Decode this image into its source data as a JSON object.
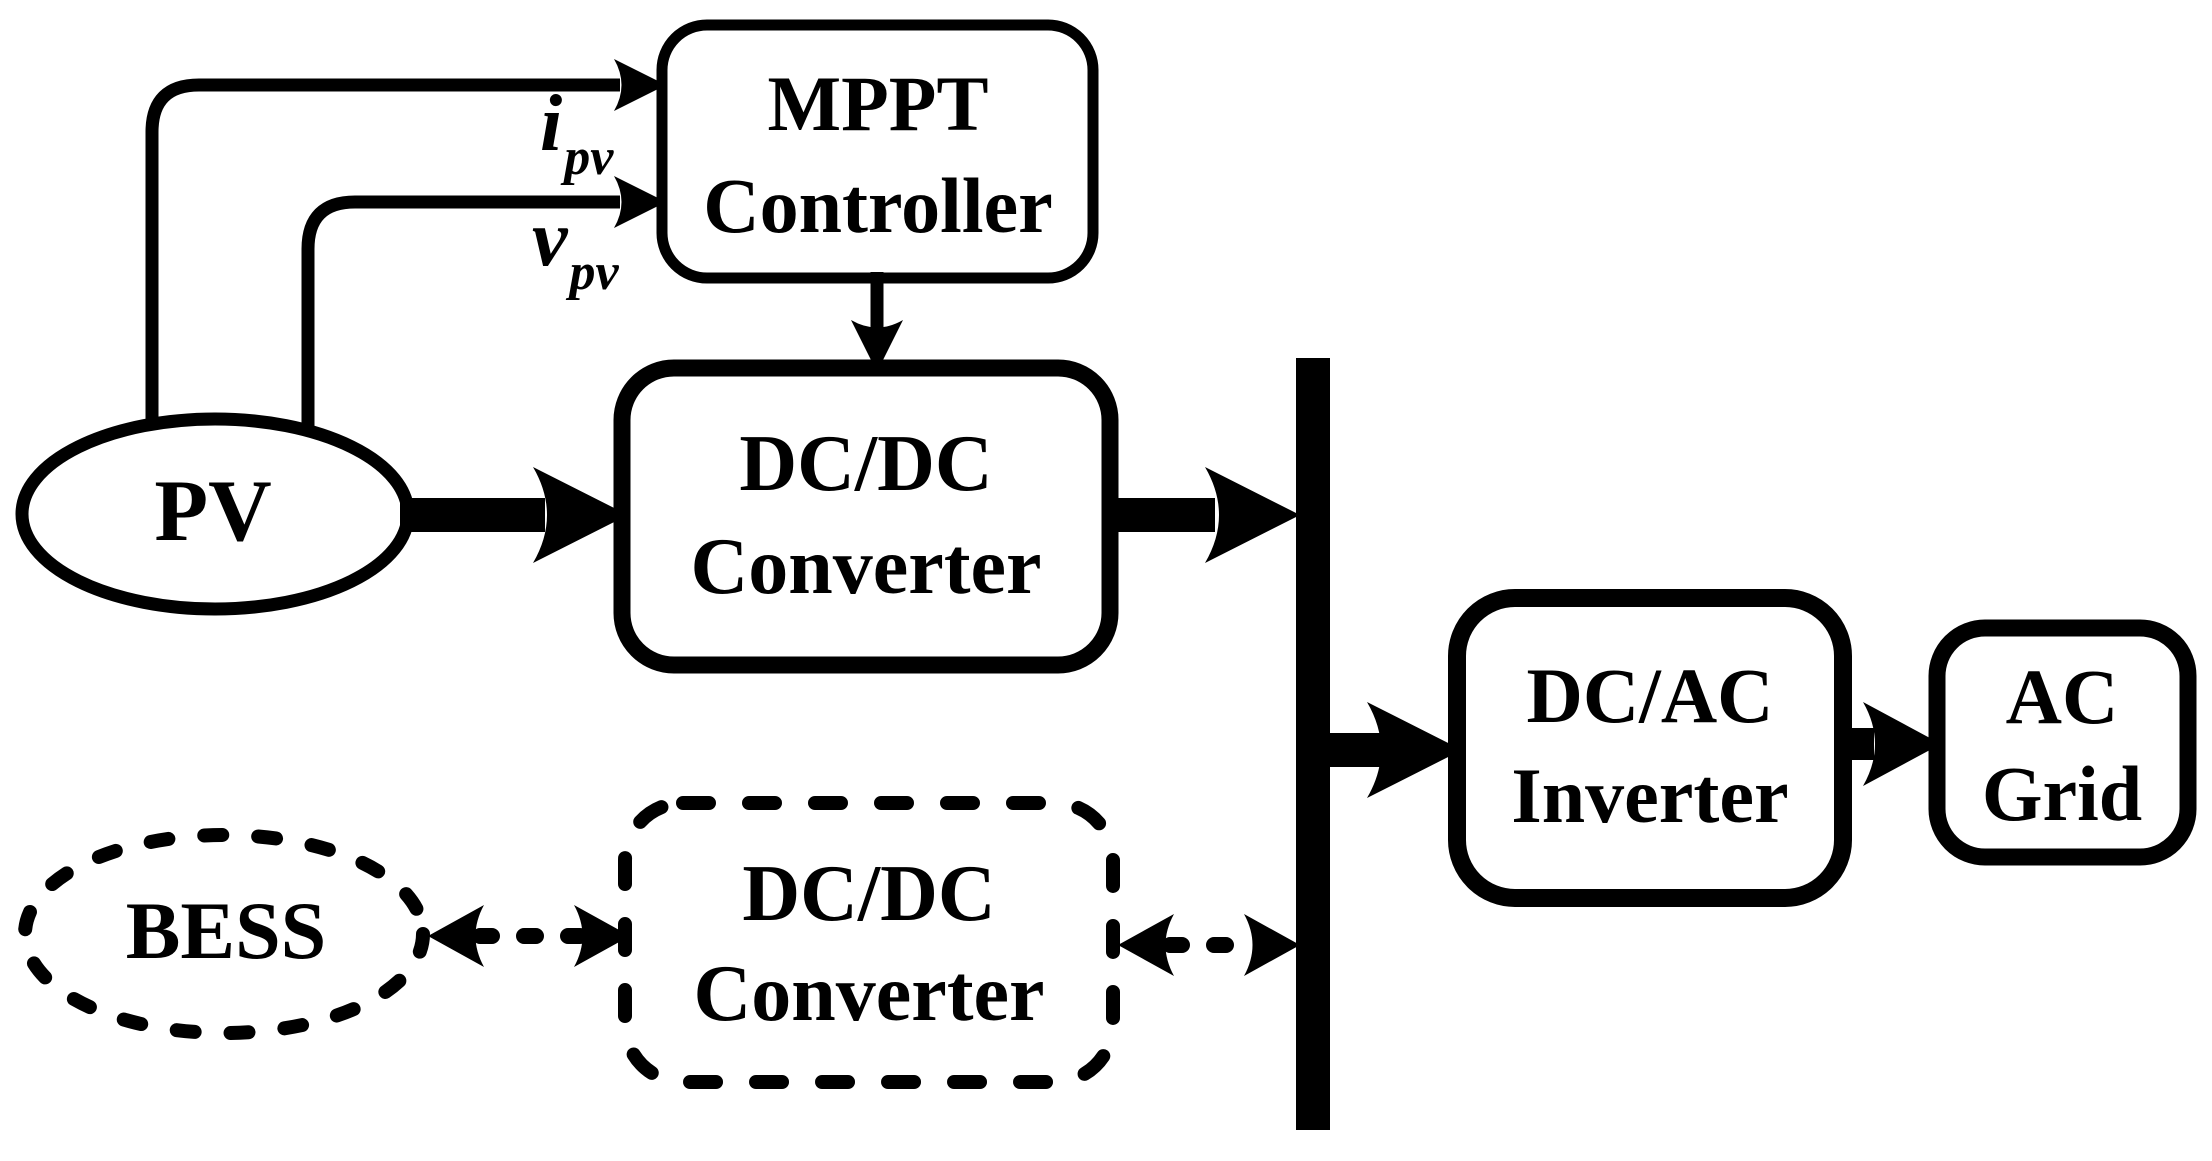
{
  "figure": {
    "background": "#ffffff",
    "ink": "#000000",
    "nodes": {
      "pv": {
        "label": "PV",
        "shape": "ellipse",
        "style": "solid"
      },
      "bess": {
        "label": "BESS",
        "shape": "ellipse",
        "style": "dashed"
      },
      "mppt": {
        "line1": "MPPT",
        "line2": "Controller",
        "shape": "rounded-rect",
        "style": "solid"
      },
      "dcdc_pv": {
        "line1": "DC/DC",
        "line2": "Converter",
        "shape": "rounded-rect",
        "style": "solid"
      },
      "dcdc_bess": {
        "line1": "DC/DC",
        "line2": "Converter",
        "shape": "rounded-rect",
        "style": "dashed"
      },
      "inverter": {
        "line1": "DC/AC",
        "line2": "Inverter",
        "shape": "rounded-rect",
        "style": "solid"
      },
      "ac_grid": {
        "line1": "AC",
        "line2": "Grid",
        "shape": "rounded-rect",
        "style": "solid"
      },
      "dc_bus": {
        "shape": "bus-bar"
      }
    },
    "labels": {
      "ipv": {
        "base": "i",
        "sub": "pv"
      },
      "vpv": {
        "base": "v",
        "sub": "pv"
      }
    },
    "edges": [
      {
        "from": "pv",
        "to": "mppt",
        "label": "ipv",
        "style": "solid-thin",
        "direction": "one-way"
      },
      {
        "from": "pv",
        "to": "mppt",
        "label": "vpv",
        "style": "solid-thin",
        "direction": "one-way"
      },
      {
        "from": "mppt",
        "to": "dcdc_pv",
        "label": "",
        "style": "solid-thin",
        "direction": "one-way"
      },
      {
        "from": "pv",
        "to": "dcdc_pv",
        "label": "",
        "style": "solid-thick",
        "direction": "one-way"
      },
      {
        "from": "dcdc_pv",
        "to": "dc_bus",
        "label": "",
        "style": "solid-thick",
        "direction": "one-way"
      },
      {
        "from": "dc_bus",
        "to": "inverter",
        "label": "",
        "style": "solid-thick",
        "direction": "one-way"
      },
      {
        "from": "inverter",
        "to": "ac_grid",
        "label": "",
        "style": "solid-thick",
        "direction": "one-way"
      },
      {
        "from": "bess",
        "to": "dcdc_bess",
        "label": "",
        "style": "dashed",
        "direction": "two-way"
      },
      {
        "from": "dcdc_bess",
        "to": "dc_bus",
        "label": "",
        "style": "dashed",
        "direction": "two-way"
      }
    ]
  }
}
